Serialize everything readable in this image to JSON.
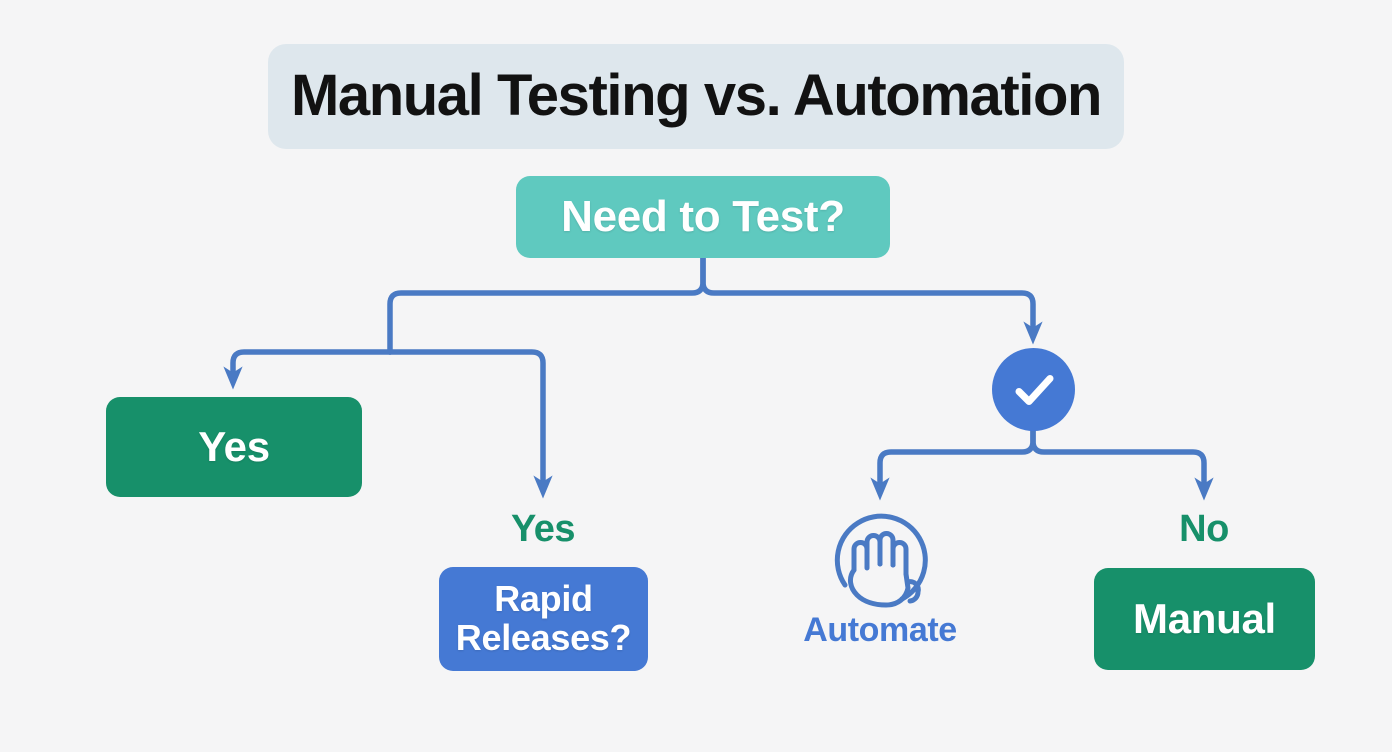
{
  "title": {
    "text": "Manual Testing vs. Automation"
  },
  "diagram": {
    "type": "flowchart",
    "root": {
      "label": "Need to Test?",
      "shape": "rounded-rect",
      "color": "#5fc9bf"
    },
    "nodes": [
      {
        "id": "yes-result",
        "label": "Yes",
        "shape": "rounded-rect",
        "color": "#17906a",
        "text_color": "#ffffff"
      },
      {
        "id": "rapid-releases",
        "label": "Rapid\nReleases?",
        "line1": "Rapid",
        "line2": "Releases?",
        "shape": "rounded-rect",
        "color": "#4579d4",
        "text_color": "#ffffff"
      },
      {
        "id": "check-circle",
        "label": "",
        "shape": "circle",
        "color": "#4579d4",
        "icon": "check-icon"
      },
      {
        "id": "automate",
        "label": "Automate",
        "shape": "icon",
        "color": "#4579d4",
        "icon": "hand-in-circle-icon"
      },
      {
        "id": "manual",
        "label": "Manual",
        "shape": "rounded-rect",
        "color": "#17906a",
        "text_color": "#ffffff"
      }
    ],
    "edge_labels": [
      {
        "id": "yes-rapid",
        "label": "Yes",
        "color": "#17906a"
      },
      {
        "id": "no-manual",
        "label": "No",
        "color": "#17906a"
      }
    ],
    "connector_color": "#4a7ac4",
    "background": "#f5f5f6",
    "title_background": "#dee7ed"
  }
}
